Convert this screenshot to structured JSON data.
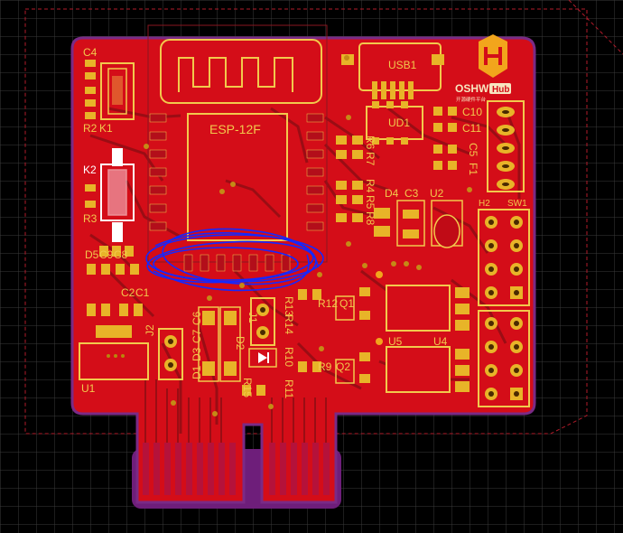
{
  "colors": {
    "background": "#000000",
    "grid": "#3a3a3a",
    "board_copper": "#d40d18",
    "board_outline": "#7a2a86",
    "silkscreen": "#f2c94c",
    "pad": "#e8b428",
    "trace_dark": "#9a0d14",
    "keepout_dashed": "#b21b2a",
    "route_blue": "#1428ff",
    "gold_finger": "#b5123a",
    "gold_finger_bg": "#6e1e7a"
  },
  "board": {
    "module_label": "ESP-12F",
    "brand": "OSHW",
    "brand_tag": "Hub",
    "brand_sub": "开源硬件平台"
  },
  "labels": {
    "c4": "C4",
    "r2": "R2",
    "k1": "K1",
    "k2": "K2",
    "r3": "R3",
    "d5": "D5",
    "c9": "C9",
    "c8": "C8",
    "c2": "C2",
    "c1": "C1",
    "j2": "J2",
    "u1": "U1",
    "d1": "D1",
    "d3": "D3",
    "c7": "C7",
    "c6": "C6",
    "j1": "J1",
    "d2": "D2",
    "r15": "R15",
    "r6": "R6",
    "r7": "R7",
    "r4": "R4",
    "r5": "R5",
    "r8": "R8",
    "usb1": "USB1",
    "ud1": "UD1",
    "c10": "C10",
    "c11": "C11",
    "c5": "C5",
    "f1": "F1",
    "d4": "D4",
    "c3": "C3",
    "u2": "U2",
    "h2": "H2",
    "sw1": "SW1",
    "r12": "R12",
    "q1": "Q1",
    "r13": "R13",
    "r14": "R14",
    "r10": "R10",
    "r11": "R11",
    "r9": "R9",
    "q2": "Q2",
    "u5": "U5",
    "u4": "U4"
  }
}
